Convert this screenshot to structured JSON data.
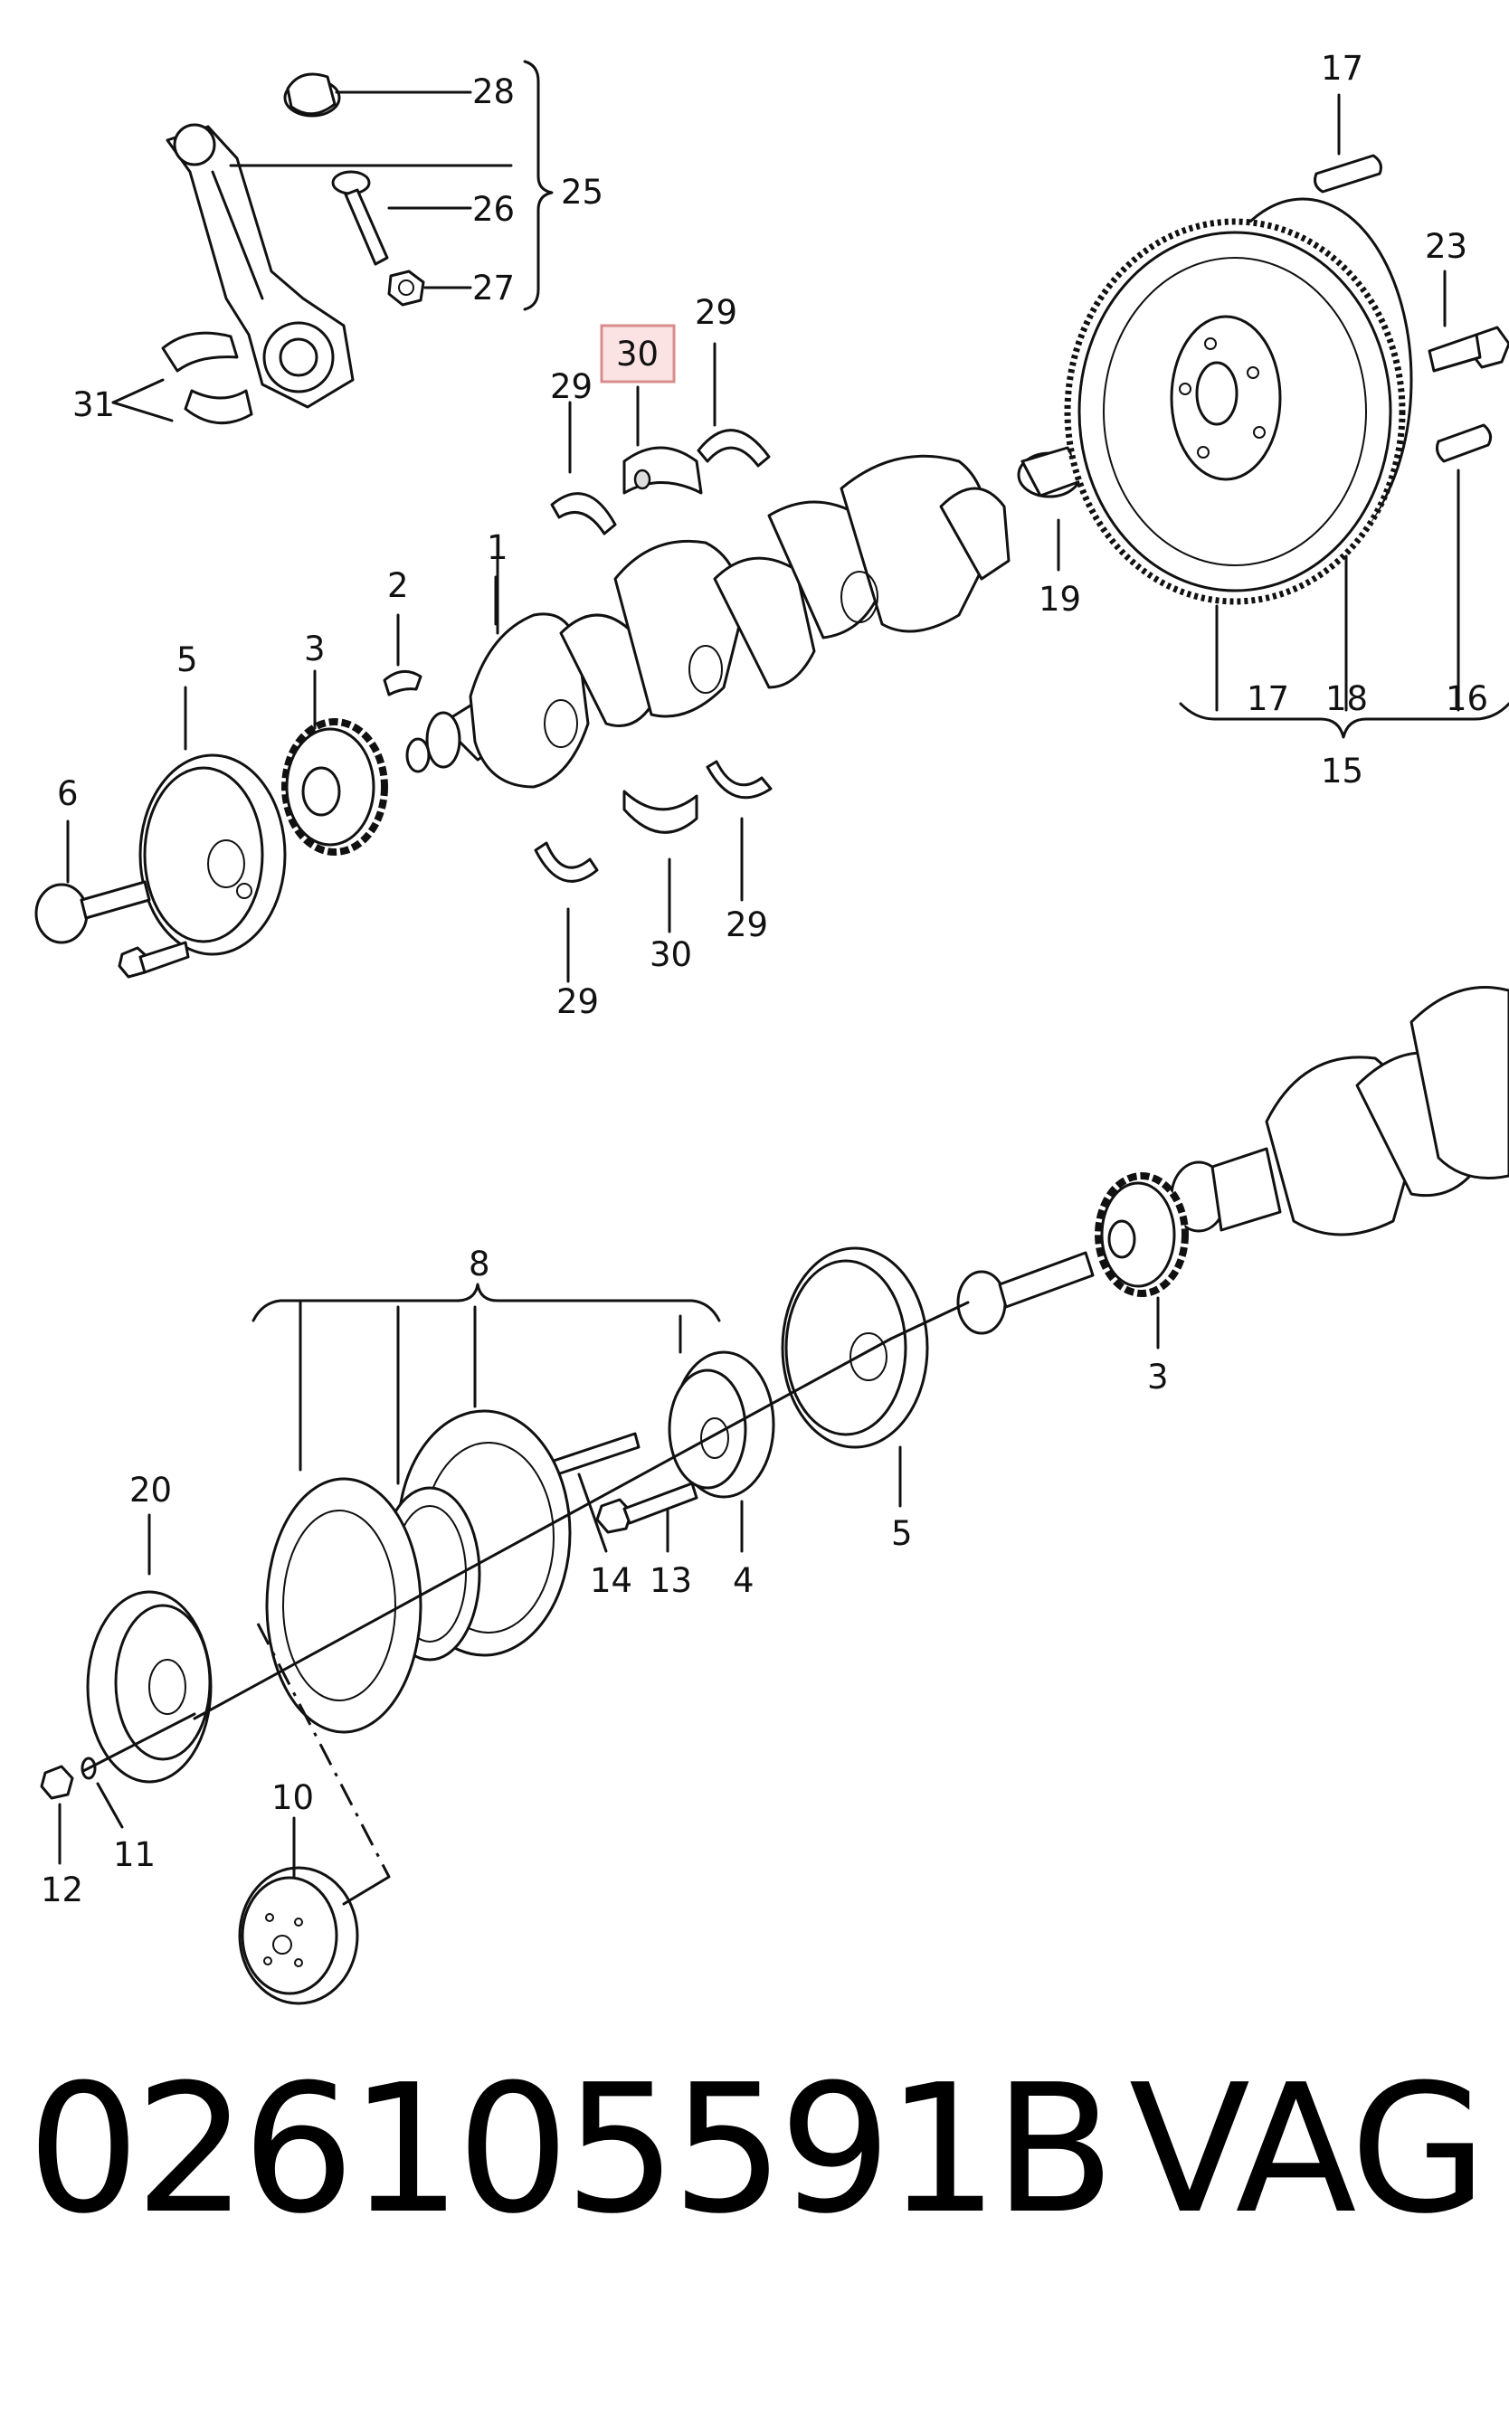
{
  "diagram": {
    "labels": {
      "n1": "1",
      "n2": "2",
      "n3a": "3",
      "n3b": "3",
      "n4": "4",
      "n5a": "5",
      "n5b": "5",
      "n6": "6",
      "n8": "8",
      "n10": "10",
      "n11": "11",
      "n12": "12",
      "n13": "13",
      "n14": "14",
      "n15": "15",
      "n16": "16",
      "n17a": "17",
      "n17b": "17",
      "n18": "18",
      "n19": "19",
      "n20": "20",
      "n23": "23",
      "n25": "25",
      "n26": "26",
      "n27": "27",
      "n28": "28",
      "n29a": "29",
      "n29b": "29",
      "n29c": "29",
      "n29d": "29",
      "n30a": "30",
      "n30b": "30",
      "n31": "31"
    },
    "highlighted_label": "30"
  },
  "caption": {
    "part_number": "026105591B",
    "brand": "VAG"
  }
}
